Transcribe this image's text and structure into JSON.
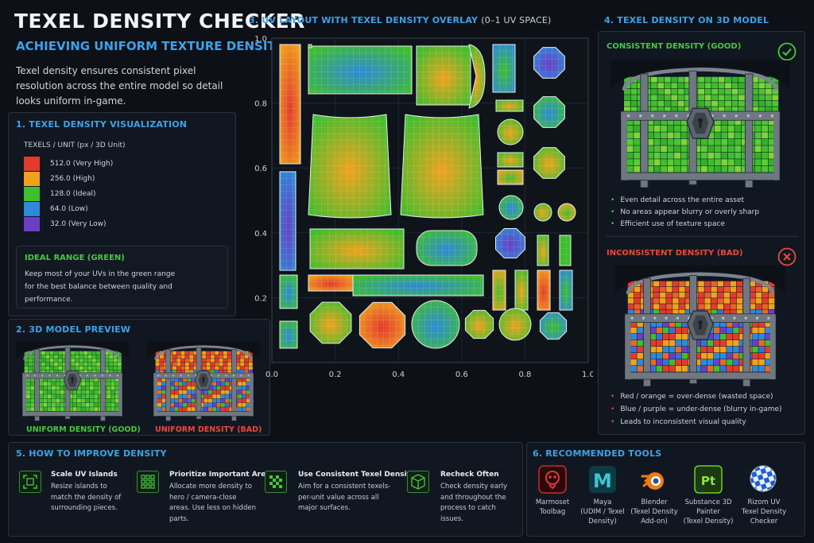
{
  "header": {
    "title": "TEXEL DENSITY CHECKER",
    "subtitle": "ACHIEVING UNIFORM TEXTURE DENSITY",
    "intro": "Texel density ensures consistent pixel resolution across the entire model so detail looks uniform in-game."
  },
  "section1": {
    "title": "1. TEXEL DENSITY VISUALIZATION",
    "legend_title": "TEXELS / UNIT (px / 3D Unit)",
    "legend": [
      {
        "label": "512.0  (Very High)",
        "color": "#e23b2e"
      },
      {
        "label": "256.0  (High)",
        "color": "#f0a21e"
      },
      {
        "label": "128.0  (Ideal)",
        "color": "#3fbe2e"
      },
      {
        "label": "64.0  (Low)",
        "color": "#2d8ad8"
      },
      {
        "label": "32.0  (Very Low)",
        "color": "#6a3fc4"
      }
    ],
    "ideal_title": "IDEAL RANGE (GREEN)",
    "ideal_text": "Keep most of your UVs in the green range for the best balance between quality and performance."
  },
  "section2": {
    "title": "2. 3D MODEL PREVIEW",
    "good_caption": "UNIFORM DENSITY (GOOD)",
    "bad_caption": "UNIFORM DENSITY (BAD)"
  },
  "section3": {
    "title": "3. UV LAYOUT WITH TEXEL DENSITY OVERLAY",
    "title_suffix": "(0–1 UV SPACE)",
    "y_ticks": [
      "1.0",
      "0.8",
      "0.6",
      "0.4",
      "0.2"
    ],
    "x_ticks": [
      "0.0",
      "0.2",
      "0.4",
      "0.6",
      "0.8",
      "1.0"
    ]
  },
  "section4": {
    "title": "4. TEXEL DENSITY ON 3D MODEL",
    "good_title": "CONSISTENT DENSITY (GOOD)",
    "good_bullets": [
      "Even detail across the entire asset",
      "No areas appear blurry or overly sharp",
      "Efficient use of texture space"
    ],
    "bad_title": "INCONSISTENT DENSITY (BAD)",
    "bad_bullets": [
      "Red / orange = over-dense (wasted space)",
      "Blue / purple = under-dense (blurry in-game)",
      "Leads to inconsistent visual quality"
    ]
  },
  "section5": {
    "title": "5. HOW TO IMPROVE DENSITY",
    "tips": [
      {
        "title": "Scale UV Islands",
        "text": "Resize islands to match the density of surrounding pieces.",
        "icon": "scale-icon"
      },
      {
        "title": "Prioritize Important Areas",
        "text": "Allocate more density to hero / camera-close areas. Use less on hidden parts.",
        "icon": "grid-icon"
      },
      {
        "title": "Use Consistent Texel Density",
        "text": "Aim for a consistent texels-per-unit value across all major surfaces.",
        "icon": "checker-icon"
      },
      {
        "title": "Recheck Often",
        "text": "Check density early and throughout the process to catch issues.",
        "icon": "cube-icon"
      }
    ]
  },
  "section6": {
    "title": "6. RECOMMENDED TOOLS",
    "tools": [
      {
        "line1": "Marmoset",
        "line2": "Toolbag",
        "line3": ""
      },
      {
        "line1": "Maya",
        "line2": "(UDIM / Texel",
        "line3": "Density)"
      },
      {
        "line1": "Blender",
        "line2": "(Texel Density",
        "line3": "Add-on)"
      },
      {
        "line1": "Substance 3D",
        "line2": "Painter",
        "line3": "(Texel Density)"
      },
      {
        "line1": "Rizom UV",
        "line2": "Texel Density",
        "line3": "Checker"
      }
    ],
    "logo_text": {
      "maya": "M",
      "substance": "Pt"
    }
  },
  "colors": {
    "accent": "#3da2e8",
    "good": "#46c83c",
    "bad": "#e84a3a",
    "background": "#0d1117"
  }
}
